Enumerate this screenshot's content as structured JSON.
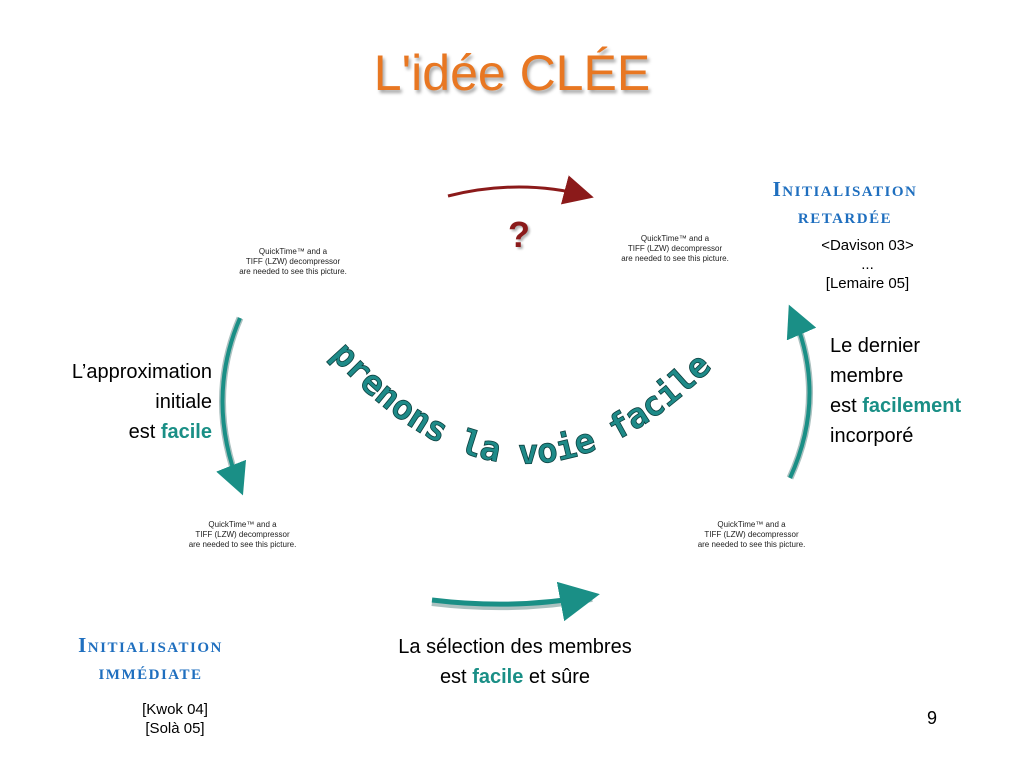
{
  "title": "L'idée CLÉE",
  "question_mark": "?",
  "curved_text": "prenons la voie facile",
  "quicktime_placeholder": "QuickTime™ and a\nTIFF (LZW) decompressor\nare needed to see this picture.",
  "top_right_heading": {
    "line1": "Initialisation",
    "line2": "retardée"
  },
  "top_right_refs": {
    "ref1": "<Davison 03>",
    "ellipsis": "...",
    "ref2": "[Lemaire 05]"
  },
  "left_caption": {
    "line1": "L’approximation",
    "line2": "initiale",
    "line3_prefix": "est ",
    "line3_emph": "facile"
  },
  "right_caption": {
    "line1": "Le dernier",
    "line2": "membre",
    "line3_prefix": "est ",
    "line3_emph": "facilement",
    "line4": "incorporé"
  },
  "bottom_caption": {
    "line1": "La sélection des membres",
    "line2_prefix": "est ",
    "line2_emph": "facile",
    "line2_suffix": " et sûre"
  },
  "bottom_left_heading": {
    "line1": "Initialisation",
    "line2": "immédiate"
  },
  "bottom_left_refs": {
    "ref1": "[Kwok 04]",
    "ref2": "[Solà 05]"
  },
  "page_number": "9",
  "colors": {
    "title": "#e87722",
    "heading_blue": "#1f6fbf",
    "teal": "#1a8f86",
    "dark_red": "#8b1a1a"
  }
}
